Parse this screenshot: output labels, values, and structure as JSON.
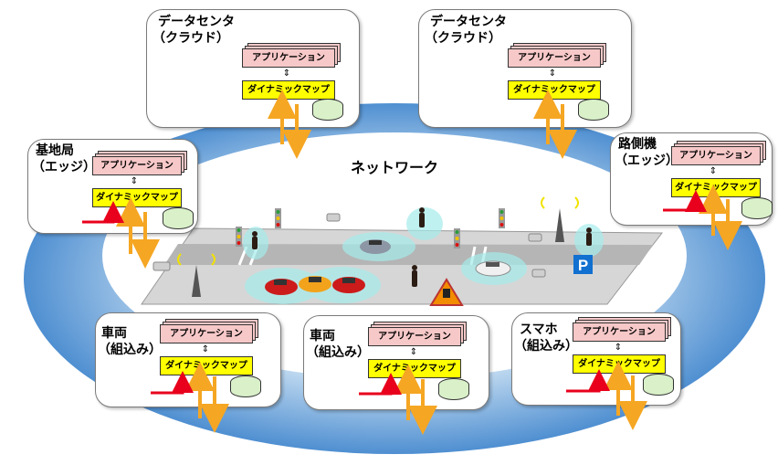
{
  "network_label": "ネットワーク",
  "nodes": {
    "datacenter1": {
      "title1": "データセンタ",
      "title2": "（クラウド）",
      "app": "アプリケーション",
      "dmap": "ダイナミックマップ"
    },
    "datacenter2": {
      "title1": "データセンタ",
      "title2": "（クラウド）",
      "app": "アプリケーション",
      "dmap": "ダイナミックマップ"
    },
    "basestation": {
      "title1": "基地局",
      "title2": "（エッジ）",
      "app": "アプリケーション",
      "dmap": "ダイナミックマップ"
    },
    "roadside": {
      "title1": "路側機",
      "title2": "（エッジ）",
      "app": "アプリケーション",
      "dmap": "ダイナミックマップ"
    },
    "vehicle1": {
      "title1": "車両",
      "title2": "（組込み）",
      "app": "アプリケーション",
      "dmap": "ダイナミックマップ"
    },
    "vehicle2": {
      "title1": "車両",
      "title2": "（組込み）",
      "app": "アプリケーション",
      "dmap": "ダイナミックマップ"
    },
    "smartphone": {
      "title1": "スマホ",
      "title2": "（組込み）",
      "app": "アプリケーション",
      "dmap": "ダイナミックマップ"
    }
  },
  "parking_sign": "P",
  "colors": {
    "arrow_orange": "#f5a623",
    "arrow_red": "#e8001c",
    "ring_blue": "#5b9bd5",
    "road": "#d0d0d0",
    "app_fill": "#f7c8c8",
    "dmap_fill": "#ffff00"
  }
}
